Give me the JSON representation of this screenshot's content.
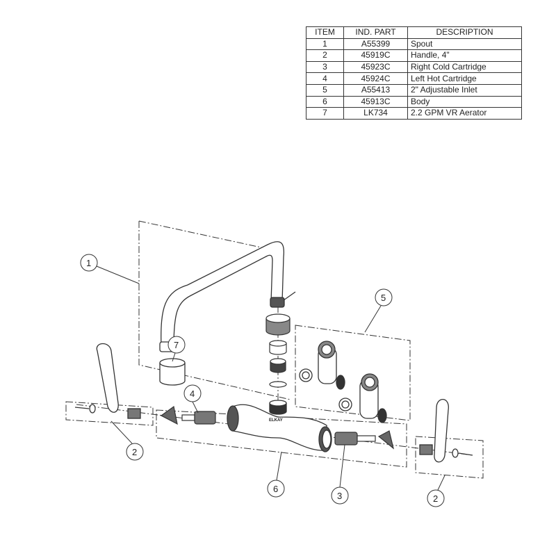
{
  "parts_table": {
    "headers": [
      "ITEM",
      "IND. PART",
      "DESCRIPTION"
    ],
    "rows": [
      {
        "item": "1",
        "part": "A55399",
        "description": "Spout"
      },
      {
        "item": "2",
        "part": "45919C",
        "description": "Handle, 4\""
      },
      {
        "item": "3",
        "part": "45923C",
        "description": "Right Cold Cartridge"
      },
      {
        "item": "4",
        "part": "45924C",
        "description": "Left Hot Cartridge"
      },
      {
        "item": "5",
        "part": "A55413",
        "description": "2\" Adjustable Inlet"
      },
      {
        "item": "6",
        "part": "45913C",
        "description": "Body"
      },
      {
        "item": "7",
        "part": "LK734",
        "description": "2.2 GPM VR Aerator"
      }
    ]
  },
  "diagram": {
    "brand_mark": "ELKAY",
    "callouts": {
      "spout": "1",
      "aerator": "7",
      "left_cartridge": "4",
      "inlet": "5",
      "left_handle": "2",
      "body": "6",
      "right_cartridge": "3",
      "right_handle": "2"
    }
  }
}
